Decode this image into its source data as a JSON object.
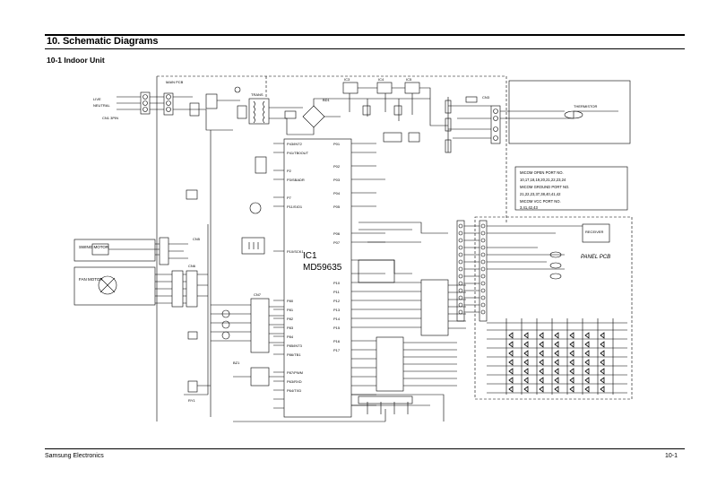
{
  "section": {
    "title": "10. Schematic Diagrams"
  },
  "subsection": {
    "title": "10-1 Indoor Unit"
  },
  "footer": {
    "brand": "Samsung Electronics",
    "page": "10-1"
  },
  "schematic": {
    "ic_ref": "IC1",
    "ic_part": "MD59635",
    "main_pcb_label": "MAIN PCB",
    "panel_pcb_label": "PANEL PCB",
    "swing_label": "SWING MOTOR",
    "fan_label": "FAN MOTOR",
    "micom_lines": [
      "MICOM OPEN PORT NO.",
      "10,17,18,19,20,21,22,23,24",
      "MICOM GROUND PORT NO.",
      "21,22,23,37,38,40,41,42",
      "MICOM VCC PORT NO.",
      "3,41,42,43"
    ],
    "pin_labels_left": [
      "P43/INT2",
      "P41/TB0OUT",
      "P2",
      "P3/SBADR",
      "P7",
      "P11/SIO1",
      "P10/SCK1",
      "P63/RXD",
      "P64/TXD"
    ],
    "pin_labels_right": [
      "P01",
      "P02",
      "P03",
      "P04",
      "P05",
      "P06",
      "P07",
      "P10",
      "P11",
      "P12",
      "P13",
      "P14",
      "P15",
      "P16",
      "P17"
    ],
    "port_labels": [
      "P80",
      "P81",
      "P82",
      "P83",
      "P84",
      "P85/INT3",
      "P86/TB1",
      "P87/PWM"
    ]
  }
}
